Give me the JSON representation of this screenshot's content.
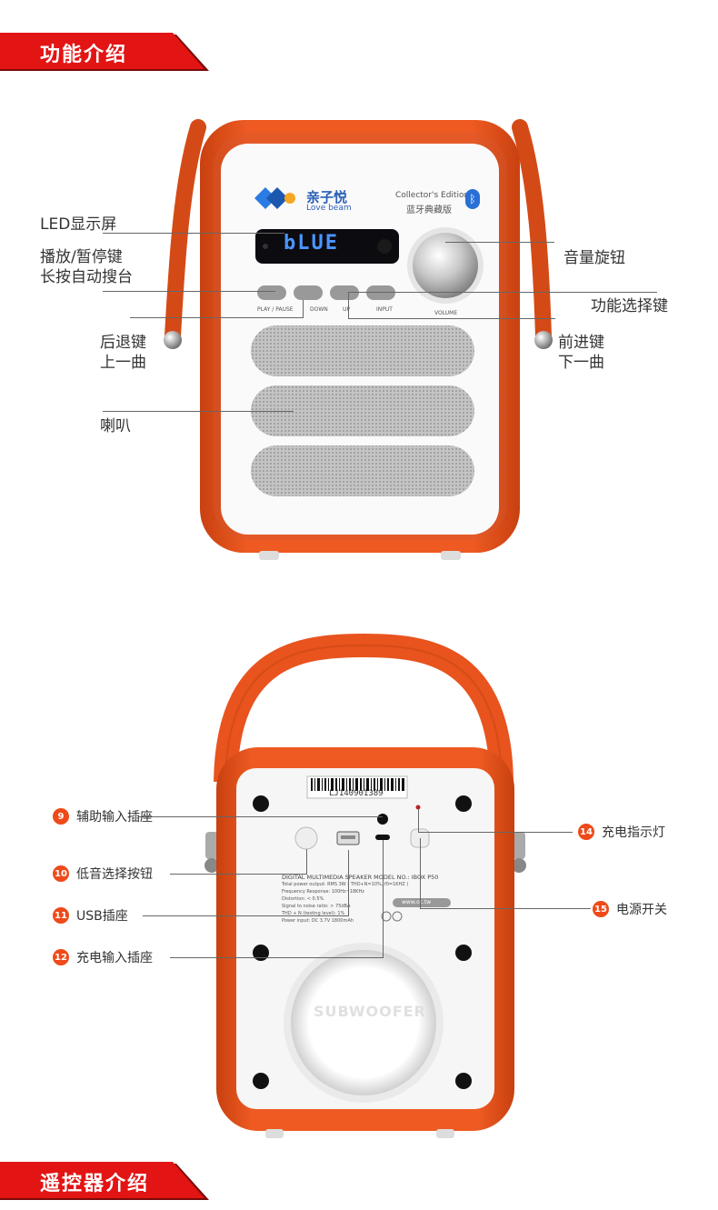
{
  "section1": {
    "title": "功能介绍"
  },
  "section2": {
    "title": "遥控器介绍"
  },
  "front": {
    "brand": "亲子悦",
    "brand_sub": "Love beam",
    "edition_line1": "Collector's Edition",
    "edition_line2": "蓝牙典藏版",
    "display_text": "bLUE",
    "btn_play": "PLAY / PAUSE",
    "btn_down": "DOWN",
    "btn_up": "UP",
    "btn_input": "INPUT",
    "volume_label": "VOLUME",
    "labels": {
      "led": "LED显示屏",
      "play_line1": "播放/暂停键",
      "play_line2": "长按自动搜台",
      "prev_line1": "后退键",
      "prev_line2": "上一曲",
      "speaker": "喇叭",
      "volume": "音量旋钮",
      "function": "功能选择键",
      "next_line1": "前进键",
      "next_line2": "下一曲"
    }
  },
  "back": {
    "barcode": "LJ140901389",
    "spec_title": "DIGITAL MULTIMEDIA SPEAKER  MODEL NO.: IBOX P50",
    "spec_lines": [
      "Total power output: RMS 3W ( THD+N=10%, f0=1KHZ )",
      "Frequency Response: 100Hz~18KHz",
      "Distortion: < 0.5%",
      "Signal to noise ratio: > 75dBA",
      "THD + N (testing level): 1%",
      "Power input: DC 3.7V 1800mAh"
    ],
    "website": "www.oc.tw",
    "subwoofer": "SUBWOOFER",
    "labels": [
      {
        "num": "9",
        "text": "辅助输入插座"
      },
      {
        "num": "10",
        "text": "低音选择按钮"
      },
      {
        "num": "11",
        "text": "USB插座"
      },
      {
        "num": "12",
        "text": "充电输入插座"
      },
      {
        "num": "14",
        "text": "充电指示灯"
      },
      {
        "num": "15",
        "text": "电源开关"
      }
    ]
  },
  "colors": {
    "accent": "#e21414",
    "leather": "#e8531e",
    "badge": "#ee4a1a",
    "display": "#3a8cff"
  }
}
